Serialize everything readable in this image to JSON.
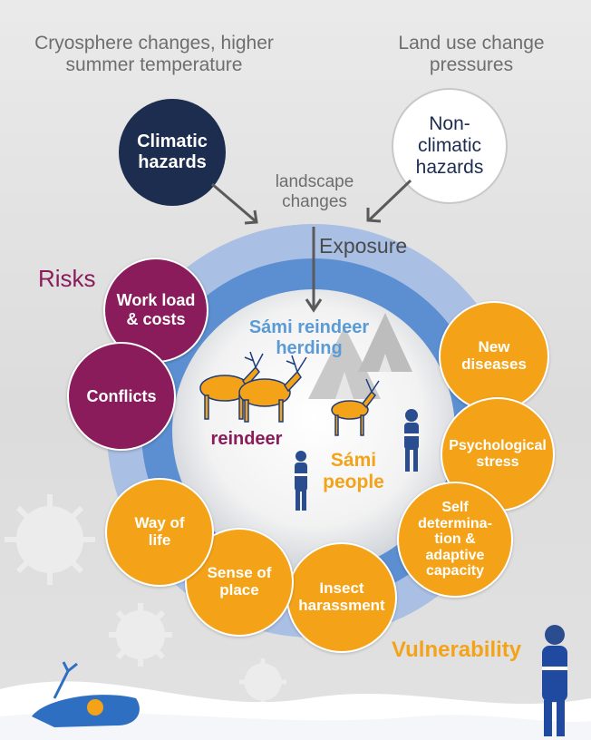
{
  "header": {
    "left": "Cryosphere changes, higher\nsummer temperature",
    "right": "Land use change\npressures"
  },
  "hazards": {
    "climatic": "Climatic\nhazards",
    "non_climatic": "Non-\nclimatic\nhazards"
  },
  "landscape_label": "landscape\nchanges",
  "exposure_label": "Exposure",
  "risks_label": "Risks",
  "risks": [
    {
      "label": "Work load\n& costs"
    },
    {
      "label": "Conflicts"
    }
  ],
  "center": {
    "title": "Sámi reindeer\nherding",
    "reindeer_label": "reindeer",
    "people_label": "Sámi\npeople"
  },
  "vulnerabilities": [
    {
      "label": "New\ndiseases"
    },
    {
      "label": "Psychological\nstress"
    },
    {
      "label": "Self\ndetermina-\ntion &\nadaptive\ncapacity"
    },
    {
      "label": "Insect\nharassment"
    },
    {
      "label": "Sense of\nplace"
    },
    {
      "label": "Way of\nlife"
    }
  ],
  "vulnerability_label": "Vulnerability",
  "colors": {
    "climatic": "#1d2d4f",
    "risk": "#8b1c5c",
    "vulnerability": "#f4a319",
    "exposure_outer": "#a9bfe3",
    "exposure_inner": "#5b8fd1",
    "herding_title": "#5b9bd5"
  }
}
